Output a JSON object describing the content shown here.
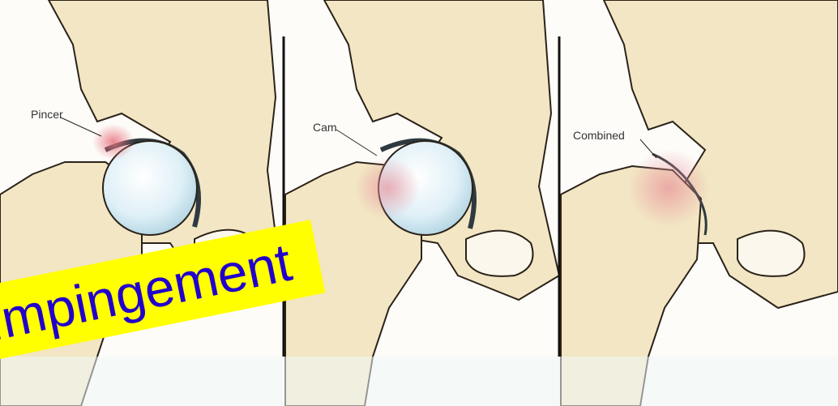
{
  "panels": [
    {
      "id": "pincer",
      "label": "Pincer"
    },
    {
      "id": "cam",
      "label": "Cam"
    },
    {
      "id": "combined",
      "label": "Combined"
    }
  ],
  "banner": {
    "text": "Impingement"
  },
  "colors": {
    "bone": "#f2e6c4",
    "bone_outline": "#2b2218",
    "cartilage": "#dff0f7",
    "cartilage_rim": "#2e3a40",
    "impingement": "#e7737f",
    "banner_bg": "#ffff00",
    "banner_text": "#2200cc",
    "divider": "#111111"
  }
}
